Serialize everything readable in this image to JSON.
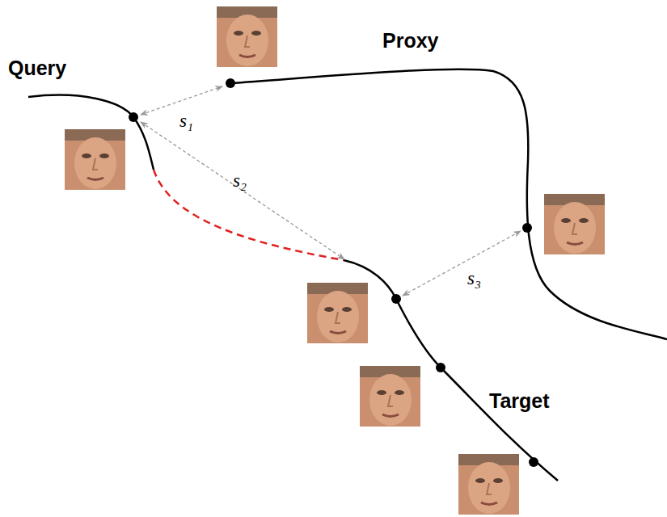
{
  "diagram": {
    "labels": [
      "Proxy",
      "Query",
      "s₁",
      "s₂",
      "s₃",
      "Target"
    ]
  }
}
